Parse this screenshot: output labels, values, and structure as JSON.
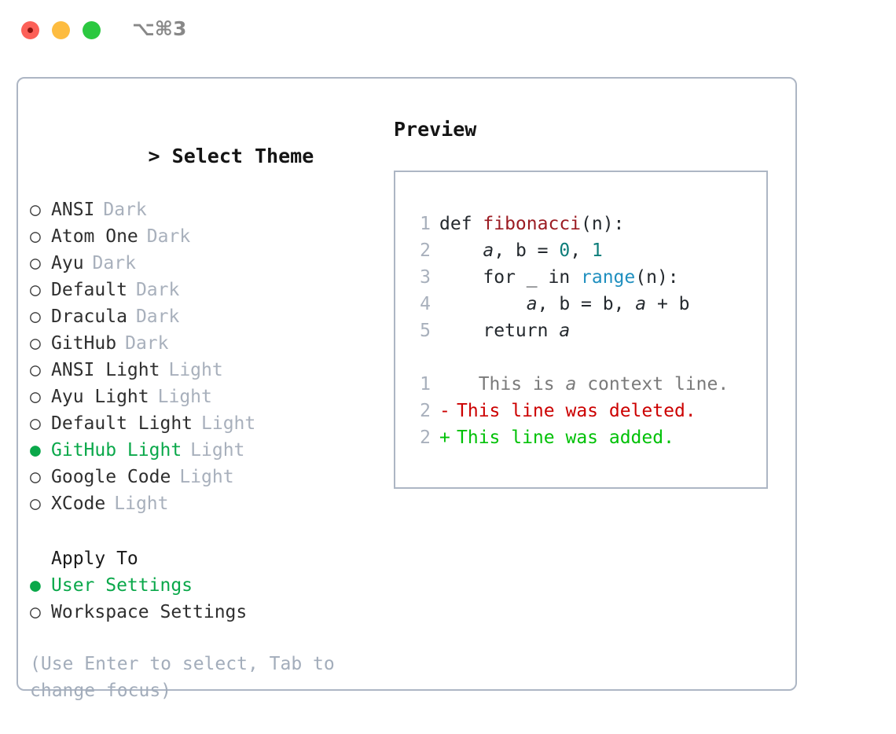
{
  "window": {
    "title": "⌥⌘3",
    "traffic_lights": [
      "close-red",
      "minimize-yellow",
      "maximize-green"
    ],
    "colors": {
      "accent_green": "#0aa84a",
      "border": "#adb6c4",
      "muted": "#a8b0bc",
      "diff_add": "#00c107",
      "diff_del": "#cc0000",
      "title_grey": "#888888"
    }
  },
  "left": {
    "prompt": ">",
    "heading": "Select Theme",
    "themes": [
      {
        "marker": "○",
        "name": "ANSI",
        "variant": "Dark",
        "selected": false
      },
      {
        "marker": "○",
        "name": "Atom One",
        "variant": "Dark",
        "selected": false
      },
      {
        "marker": "○",
        "name": "Ayu",
        "variant": "Dark",
        "selected": false
      },
      {
        "marker": "○",
        "name": "Default",
        "variant": "Dark",
        "selected": false
      },
      {
        "marker": "○",
        "name": "Dracula",
        "variant": "Dark",
        "selected": false
      },
      {
        "marker": "○",
        "name": "GitHub",
        "variant": "Dark",
        "selected": false
      },
      {
        "marker": "○",
        "name": "ANSI Light",
        "variant": "Light",
        "selected": false
      },
      {
        "marker": "○",
        "name": "Ayu Light",
        "variant": "Light",
        "selected": false
      },
      {
        "marker": "○",
        "name": "Default Light",
        "variant": "Light",
        "selected": false
      },
      {
        "marker": "●",
        "name": "GitHub Light",
        "variant": "Light",
        "selected": true
      },
      {
        "marker": "○",
        "name": "Google Code",
        "variant": "Light",
        "selected": false
      },
      {
        "marker": "○",
        "name": "XCode",
        "variant": "Light",
        "selected": false
      }
    ],
    "apply_to": {
      "label": "Apply To",
      "options": [
        {
          "marker": "●",
          "name": "User Settings",
          "selected": true
        },
        {
          "marker": "○",
          "name": "Workspace Settings",
          "selected": false
        }
      ]
    },
    "hint": "(Use Enter to select, Tab to change focus)"
  },
  "right": {
    "heading": "Preview",
    "code": [
      {
        "no": "1",
        "tokens": [
          {
            "t": "def ",
            "c": "plain"
          },
          {
            "t": "fibonacci",
            "c": "fn"
          },
          {
            "t": "(n):",
            "c": "plain"
          }
        ]
      },
      {
        "no": "2",
        "tokens": [
          {
            "t": "    ",
            "c": "plain"
          },
          {
            "t": "a",
            "c": "var"
          },
          {
            "t": ", b = ",
            "c": "plain"
          },
          {
            "t": "0",
            "c": "num"
          },
          {
            "t": ", ",
            "c": "plain"
          },
          {
            "t": "1",
            "c": "num"
          }
        ]
      },
      {
        "no": "3",
        "tokens": [
          {
            "t": "    for _ in ",
            "c": "plain"
          },
          {
            "t": "range",
            "c": "builtin"
          },
          {
            "t": "(n):",
            "c": "plain"
          }
        ]
      },
      {
        "no": "4",
        "tokens": [
          {
            "t": "        ",
            "c": "plain"
          },
          {
            "t": "a",
            "c": "var"
          },
          {
            "t": ", b = b, ",
            "c": "plain"
          },
          {
            "t": "a",
            "c": "var"
          },
          {
            "t": " + b",
            "c": "plain"
          }
        ]
      },
      {
        "no": "5",
        "tokens": [
          {
            "t": "    return ",
            "c": "plain"
          },
          {
            "t": "a",
            "c": "var"
          }
        ]
      }
    ],
    "diff": [
      {
        "no": "1",
        "sign": " ",
        "kind": "ctx",
        "pre": "  This is ",
        "em": "a",
        "post": " context line."
      },
      {
        "no": "2",
        "sign": "-",
        "kind": "del",
        "pre": "This line was deleted.",
        "em": "",
        "post": ""
      },
      {
        "no": "2",
        "sign": "+",
        "kind": "add",
        "pre": "This line was added.",
        "em": "",
        "post": ""
      }
    ]
  }
}
